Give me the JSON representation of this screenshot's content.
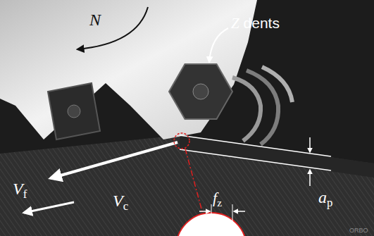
{
  "diagram": {
    "labels": [
      "N",
      "Z dents",
      "Vf",
      "Vc",
      "fz",
      "ap",
      "ORBO"
    ]
  }
}
